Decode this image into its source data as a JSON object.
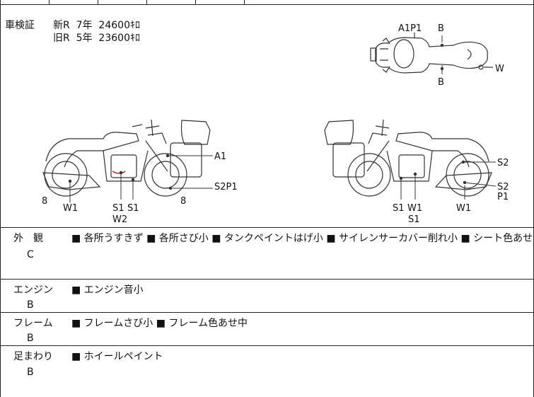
{
  "registration": {
    "label": "車検証",
    "new_line": "新R  7年  24600ｷﾛ",
    "old_line": "旧R  5年  23600ｷﾛ"
  },
  "diagram_labels": {
    "top_a1p1": "A1P1",
    "top_b_upper": "B",
    "top_b_lower": "B",
    "top_w": "W",
    "left_a1": "A1",
    "left_s2p1": "S2P1",
    "left_8_rear": "8",
    "left_8_front": "8",
    "left_w1": "W1",
    "left_s1_a": "S1",
    "left_s1_b": "S1",
    "left_w2": "W2",
    "right_s2_top": "S2",
    "right_s2_mid": "S2",
    "right_p1": "P1",
    "right_s1_a": "S1",
    "right_w1_a": "W1",
    "right_s1_b": "S1",
    "right_w1_b": "W1"
  },
  "rows": [
    {
      "name": "外　観",
      "grade": "C",
      "notes": "■ 各所うすきず ■ 各所さび小 ■ タンクペイントはげ小 ■ サイレンサーカバー削れ小 ■ シート色あせ中"
    },
    {
      "name": "エンジン",
      "grade": "B",
      "notes": "■ エンジン音小"
    },
    {
      "name": "フレーム",
      "grade": "B",
      "notes": "■ フレームさび小 ■ フレーム色あせ中"
    },
    {
      "name": "足まわり",
      "grade": "B",
      "notes": "■ ホイールペイント"
    }
  ]
}
